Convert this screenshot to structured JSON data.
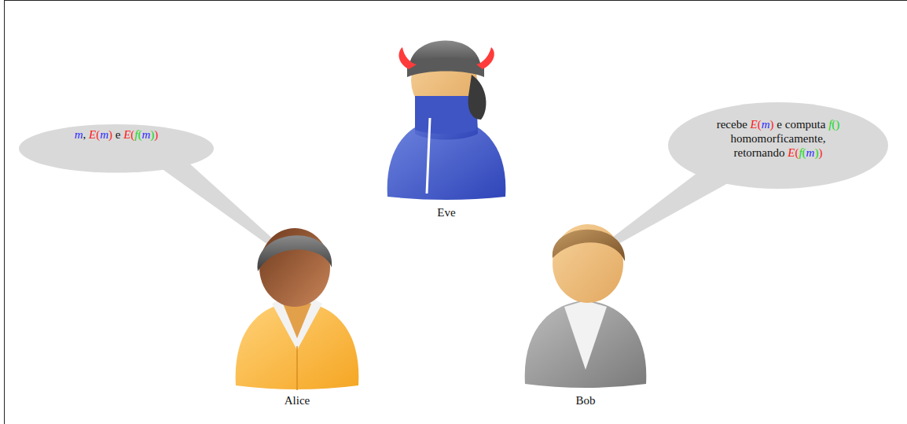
{
  "diagram": {
    "nodes": [
      {
        "text": [
          "m, E(m) e E(f(m))"
        ]
      },
      {
        "text": [
          "recebe E(m) e computa f() homomorficamente, retornando E(f(m))"
        ]
      }
    ],
    "labels": [
      "Eve",
      "Alice",
      "Bob"
    ]
  }
}
